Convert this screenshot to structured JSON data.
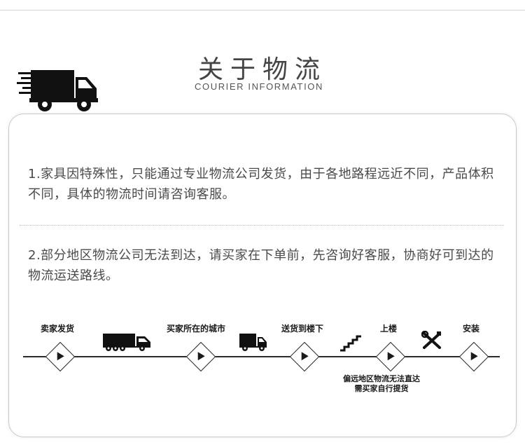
{
  "header": {
    "title": "关于物流",
    "subtitle": "COURIER INFORMATION"
  },
  "icons": {
    "logo": "speeding-delivery-truck-icon",
    "big_truck": "semi-truck-icon",
    "small_truck": "delivery-truck-icon",
    "stairs": "stairs-icon",
    "tools": "wrench-screwdriver-icon",
    "play": "play-arrow-icon"
  },
  "notes": {
    "para1": "1.家具因特殊性，只能通过专业物流公司发货，由于各地路程远近不同，产品体积不同，具体的物流时间请咨询客服。",
    "para2": "2.部分地区物流公司无法到达，请买家在下单前，先咨询好客服，协商好可到达的物流运送路线。"
  },
  "flow": {
    "steps": [
      {
        "label": "卖家发货"
      },
      {
        "label": "买家所在的城市"
      },
      {
        "label": "送货到楼下"
      },
      {
        "label": "上楼"
      },
      {
        "label": "安装"
      }
    ],
    "remote_note_line1": "偏远地区物流无法直达",
    "remote_note_line2": "需买家自行提货"
  },
  "colors": {
    "text": "#4a4a4a",
    "line": "#2a2a2a",
    "border": "#c9c9c9"
  }
}
